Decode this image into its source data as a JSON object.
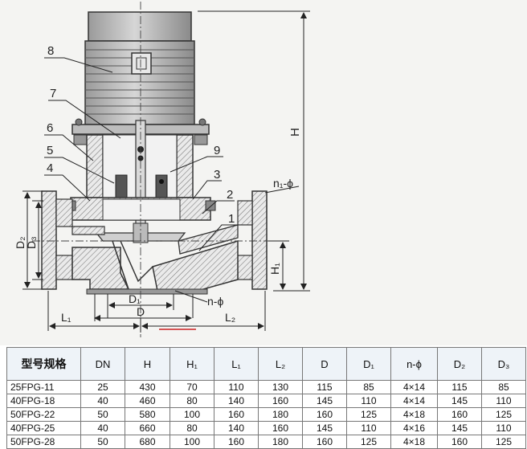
{
  "callouts": {
    "n1": "1",
    "n2": "2",
    "n3": "3",
    "n4": "4",
    "n5": "5",
    "n6": "6",
    "n7": "7",
    "n8": "8",
    "n9": "9"
  },
  "dimensions": {
    "H": "H",
    "H1": "H₁",
    "D2": "D₂",
    "D3": "D₃",
    "D1": "D₁",
    "D": "D",
    "L1": "L₁",
    "L2": "L₂",
    "n_phi": "n-ϕ",
    "n1_phi": "n₁-ϕ"
  },
  "table": {
    "headers": [
      "型号规格",
      "DN",
      "H",
      "H₁",
      "L₁",
      "L₂",
      "D",
      "D₁",
      "n-ϕ",
      "D₂",
      "D₃"
    ],
    "rows": [
      [
        "25FPG-11",
        "25",
        "430",
        "70",
        "110",
        "130",
        "115",
        "85",
        "4×14",
        "115",
        "85"
      ],
      [
        "40FPG-18",
        "40",
        "460",
        "80",
        "140",
        "160",
        "145",
        "110",
        "4×14",
        "145",
        "110"
      ],
      [
        "50FPG-22",
        "50",
        "580",
        "100",
        "160",
        "180",
        "160",
        "125",
        "4×18",
        "160",
        "125"
      ],
      [
        "40FPG-25",
        "40",
        "660",
        "80",
        "140",
        "160",
        "145",
        "110",
        "4×16",
        "145",
        "110"
      ],
      [
        "50FPG-28",
        "50",
        "680",
        "100",
        "160",
        "180",
        "160",
        "125",
        "4×18",
        "160",
        "125"
      ]
    ]
  }
}
